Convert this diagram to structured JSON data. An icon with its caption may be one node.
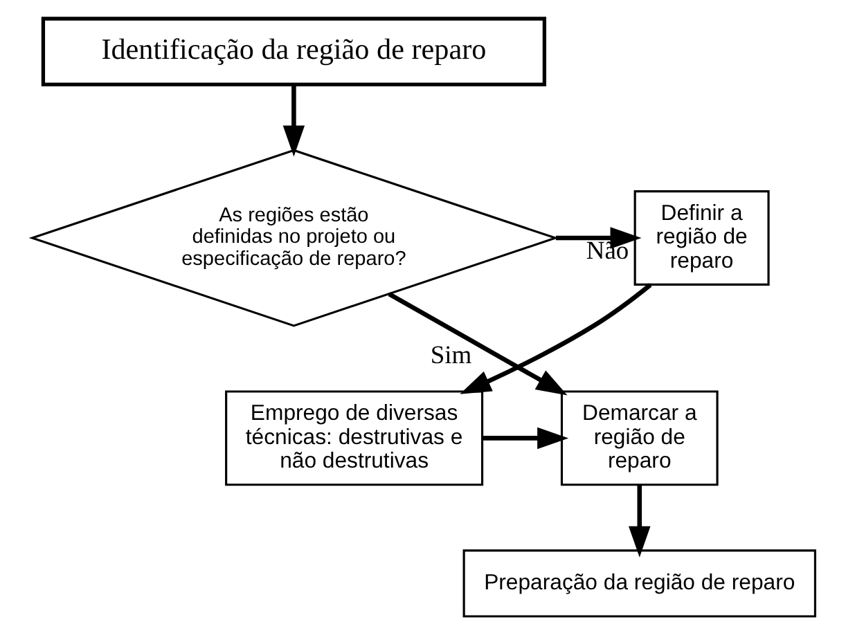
{
  "diagram": {
    "nodes": [
      {
        "text": [
          "Identificação da região de reparo"
        ]
      },
      {
        "text": [
          "As regiões estão definidas no projeto ou especificação de reparo?"
        ]
      },
      {
        "text": [
          "Definir a região de reparo"
        ]
      },
      {
        "text": [
          "Emprego de diversas técnicas: destrutivas e não destrutivas"
        ]
      },
      {
        "text": [
          "Demarcar a região de reparo"
        ]
      },
      {
        "text": [
          "Preparação da região de reparo"
        ]
      }
    ],
    "edges": [
      {
        "from": 0,
        "to": 1,
        "arrow": "to"
      },
      {
        "from": 1,
        "to": 2,
        "arrow": "to",
        "label": "Não"
      },
      {
        "from": 1,
        "to": 4,
        "arrow": "to",
        "label": "Sim"
      },
      {
        "from": 2,
        "to": 3,
        "arrow": "to"
      },
      {
        "from": 3,
        "to": 4,
        "arrow": "to"
      },
      {
        "from": 4,
        "to": 5,
        "arrow": "to"
      }
    ]
  }
}
